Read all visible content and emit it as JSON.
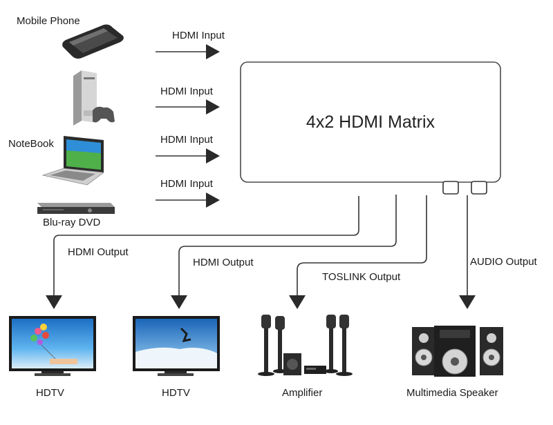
{
  "matrix": {
    "title": "4x2 HDMI Matrix"
  },
  "inputs": {
    "device_labels": [
      "Mobile Phone",
      "NoteBook",
      "Blu-ray DVD"
    ],
    "arrow_labels": [
      "HDMI Input",
      "HDMI Input",
      "HDMI Input",
      "HDMI Input"
    ]
  },
  "outputs": {
    "arrow_labels": [
      "HDMI Output",
      "HDMI Output",
      "TOSLINK Output",
      "AUDIO Output"
    ],
    "device_labels": [
      "HDTV",
      "HDTV",
      "Amplifier",
      "Multimedia Speaker"
    ]
  },
  "icons": {
    "phone": "mobile-phone-icon",
    "console": "game-console-icon",
    "notebook": "notebook-icon",
    "player": "bluray-player-icon",
    "tv": "hdtv-icon",
    "amp": "home-theater-icon",
    "speaker": "multimedia-speaker-icon"
  },
  "colors": {
    "line": "#333333",
    "box_border": "#4a4a4a",
    "screen": "#2f8fdc"
  }
}
